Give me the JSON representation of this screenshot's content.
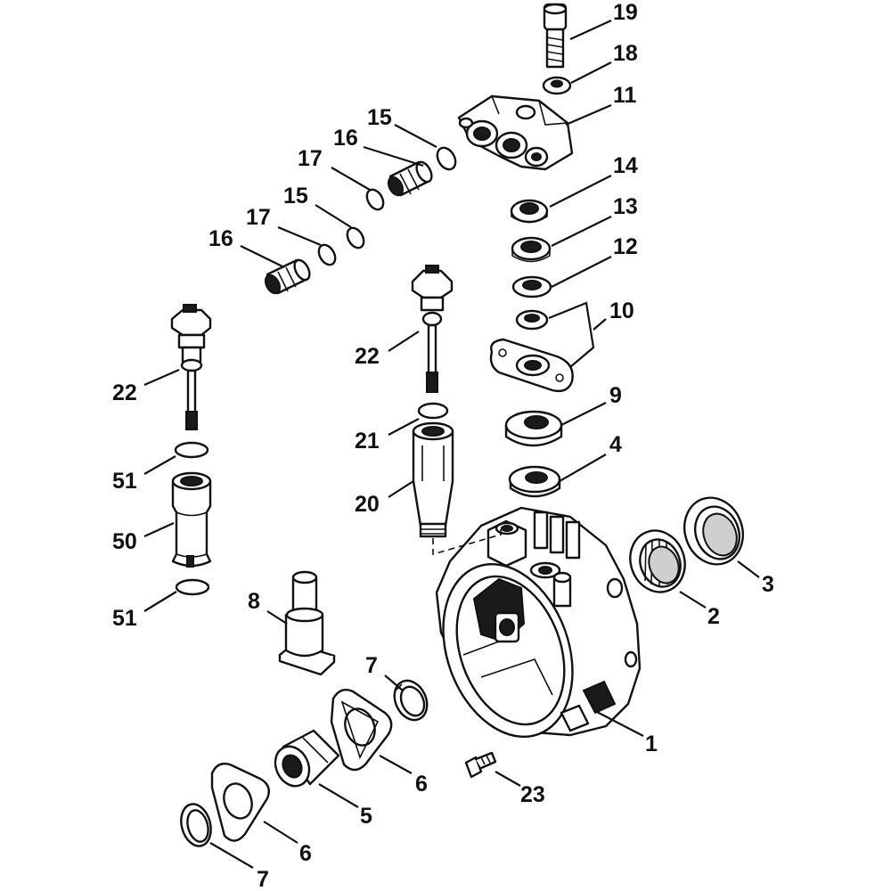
{
  "callouts": {
    "c19": "19",
    "c18": "18",
    "c11": "11",
    "c15a": "15",
    "c16a": "16",
    "c17a": "17",
    "c15b": "15",
    "c17b": "17",
    "c16b": "16",
    "c14": "14",
    "c13": "13",
    "c12": "12",
    "c10": "10",
    "c22a": "22",
    "c22b": "22",
    "c9": "9",
    "c21": "21",
    "c4": "4",
    "c51a": "51",
    "c50": "50",
    "c20": "20",
    "c3": "3",
    "c2": "2",
    "c51b": "51",
    "c8": "8",
    "c7a": "7",
    "c1": "1",
    "c6a": "6",
    "c23": "23",
    "c5": "5",
    "c6b": "6",
    "c7b": "7"
  }
}
